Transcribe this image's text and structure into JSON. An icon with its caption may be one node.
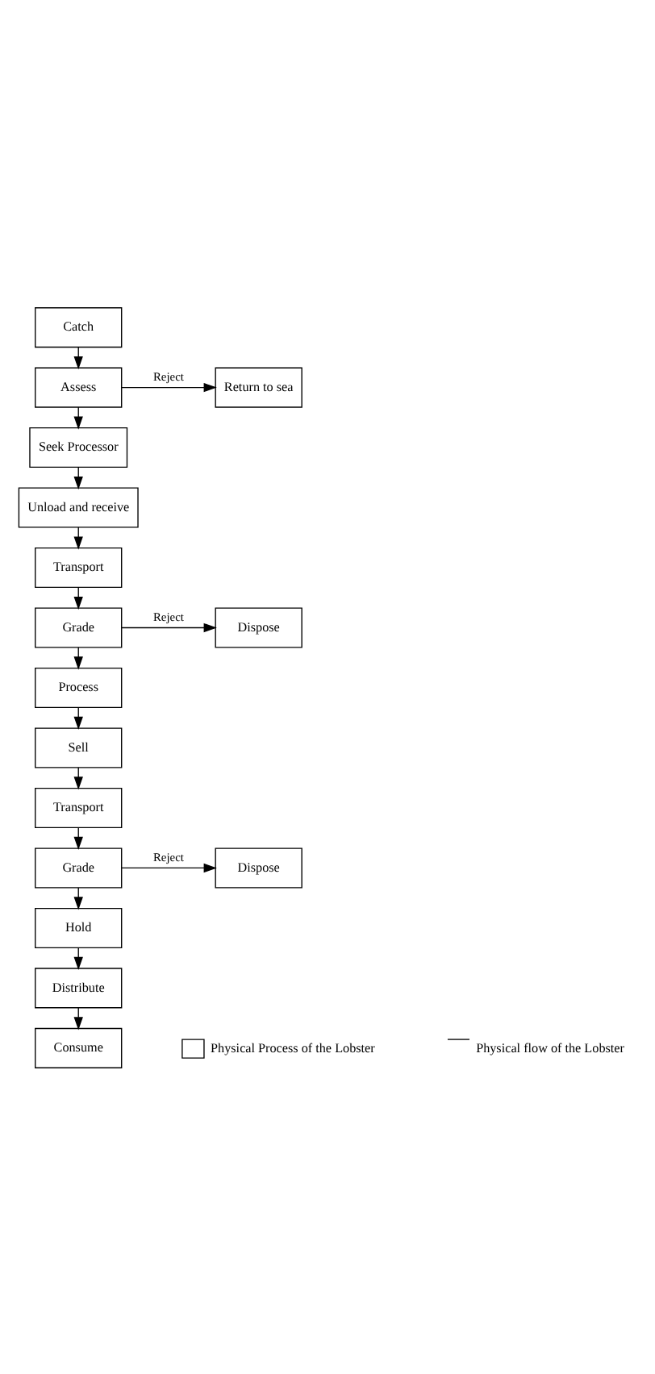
{
  "diagram": {
    "nodes": [
      {
        "text": [
          "Catch"
        ]
      },
      {
        "text": [
          "Assess"
        ]
      },
      {
        "text": [
          "Return to sea"
        ]
      },
      {
        "text": [
          "Seek Processor"
        ]
      },
      {
        "text": [
          "Unload and receive"
        ]
      },
      {
        "text": [
          "Transport"
        ]
      },
      {
        "text": [
          "Grade"
        ]
      },
      {
        "text": [
          "Dispose"
        ]
      },
      {
        "text": [
          "Process"
        ]
      },
      {
        "text": [
          "Sell"
        ]
      },
      {
        "text": [
          "Transport"
        ]
      },
      {
        "text": [
          "Grade"
        ]
      },
      {
        "text": [
          "Dispose"
        ]
      },
      {
        "text": [
          "Hold"
        ]
      },
      {
        "text": [
          "Distribute"
        ]
      },
      {
        "text": [
          "Consume"
        ]
      }
    ],
    "edges": [
      {
        "from": 0,
        "to": 1,
        "arrow": "to"
      },
      {
        "from": 1,
        "to": 2,
        "arrow": "to",
        "label": "Reject"
      },
      {
        "from": 1,
        "to": 3,
        "arrow": "to"
      },
      {
        "from": 3,
        "to": 4,
        "arrow": "to"
      },
      {
        "from": 4,
        "to": 5,
        "arrow": "to"
      },
      {
        "from": 5,
        "to": 6,
        "arrow": "to"
      },
      {
        "from": 6,
        "to": 7,
        "arrow": "to",
        "label": "Reject"
      },
      {
        "from": 6,
        "to": 8,
        "arrow": "to"
      },
      {
        "from": 8,
        "to": 9,
        "arrow": "to"
      },
      {
        "from": 9,
        "to": 10,
        "arrow": "to"
      },
      {
        "from": 10,
        "to": 11,
        "arrow": "to"
      },
      {
        "from": 11,
        "to": 12,
        "arrow": "to",
        "label": "Reject"
      },
      {
        "from": 11,
        "to": 13,
        "arrow": "to"
      },
      {
        "from": 13,
        "to": 14,
        "arrow": "to"
      },
      {
        "from": 14,
        "to": 15,
        "arrow": "to"
      }
    ],
    "legend": [
      {
        "text": "Physical Process of the Lobster"
      },
      {
        "text": "Physical flow of the Lobster"
      }
    ]
  }
}
